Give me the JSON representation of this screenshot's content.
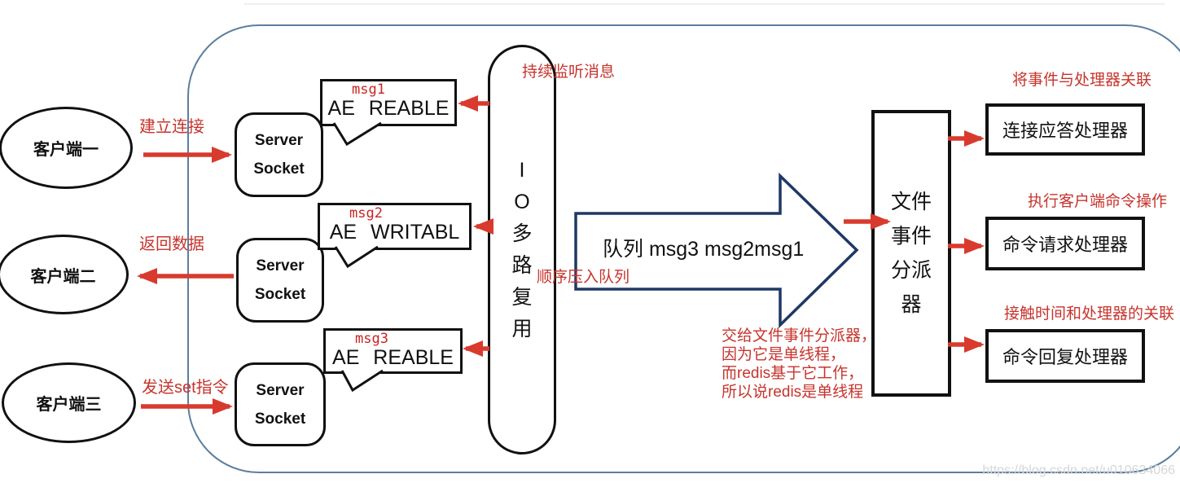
{
  "colors": {
    "red_accent": "#d93a2e",
    "red_text": "#c7342d",
    "container_border": "#5b7e9f",
    "queue_arrow_border": "#1f3864",
    "shape_border": "#111111",
    "watermark": "#d6d6d6"
  },
  "clients": [
    {
      "label": "客户端一",
      "edge_label": "建立连接"
    },
    {
      "label": "客户端二",
      "edge_label": "返回数据"
    },
    {
      "label": "客户端三",
      "edge_label": "发送set指令"
    }
  ],
  "server_socket": {
    "line1": "Server",
    "line2": "Socket"
  },
  "messages": [
    {
      "tag": "msg1",
      "event": "AE REABLE"
    },
    {
      "tag": "msg2",
      "event": "AE WRITABL"
    },
    {
      "tag": "msg3",
      "event": "AE REABLE"
    }
  ],
  "multiplexer": {
    "chars": [
      "I",
      "O",
      "多",
      "路",
      "复",
      "用"
    ],
    "listen_note": "持续监听消息",
    "enqueue_note": "顺序压入队列"
  },
  "queue_arrow": {
    "label": "队列 msg3 msg2msg1"
  },
  "dispatcher": {
    "lines": [
      "文件",
      "事件",
      "分派",
      "器"
    ],
    "annotation_lines": [
      "交给文件事件分派器，",
      "因为它是单线程，",
      "而redis基于它工作，",
      "所以说redis是单线程"
    ]
  },
  "handlers": [
    {
      "label": "连接应答处理器",
      "note": "将事件与处理器关联"
    },
    {
      "label": "命令请求处理器",
      "note": "执行客户端命令操作"
    },
    {
      "label": "命令回复处理器",
      "note": "接触时间和处理器的关联"
    }
  ],
  "watermark": "https://blog.csdn.net/u010634066"
}
